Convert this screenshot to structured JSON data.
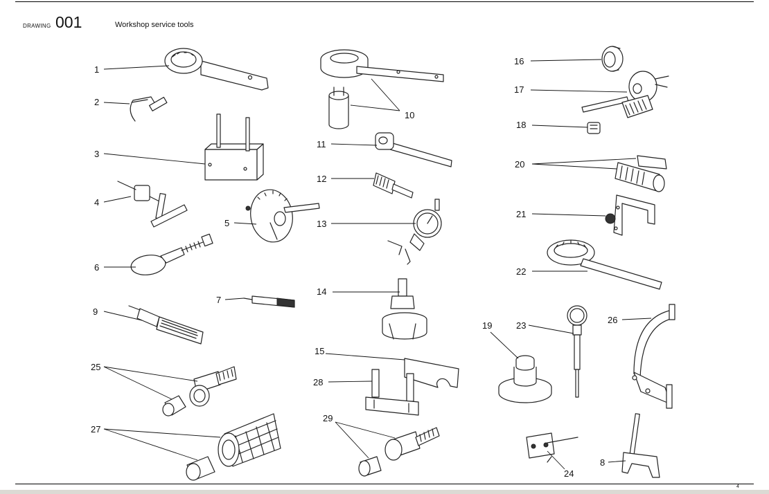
{
  "header": {
    "drawing_word": "DRAWING",
    "drawing_number": "001",
    "title": "Workshop service tools"
  },
  "page_number": "4",
  "callouts": [
    {
      "id": "1",
      "label": "1"
    },
    {
      "id": "2",
      "label": "2"
    },
    {
      "id": "3",
      "label": "3"
    },
    {
      "id": "4",
      "label": "4"
    },
    {
      "id": "5",
      "label": "5"
    },
    {
      "id": "6",
      "label": "6"
    },
    {
      "id": "7",
      "label": "7"
    },
    {
      "id": "8",
      "label": "8"
    },
    {
      "id": "9",
      "label": "9"
    },
    {
      "id": "10",
      "label": "10"
    },
    {
      "id": "11",
      "label": "11"
    },
    {
      "id": "12",
      "label": "12"
    },
    {
      "id": "13",
      "label": "13"
    },
    {
      "id": "14",
      "label": "14"
    },
    {
      "id": "15",
      "label": "15"
    },
    {
      "id": "16",
      "label": "16"
    },
    {
      "id": "17",
      "label": "17"
    },
    {
      "id": "18",
      "label": "18"
    },
    {
      "id": "19",
      "label": "19"
    },
    {
      "id": "20",
      "label": "20"
    },
    {
      "id": "21",
      "label": "21"
    },
    {
      "id": "22",
      "label": "22"
    },
    {
      "id": "23",
      "label": "23"
    },
    {
      "id": "24",
      "label": "24"
    },
    {
      "id": "25",
      "label": "25"
    },
    {
      "id": "26",
      "label": "26"
    },
    {
      "id": "27",
      "label": "27"
    },
    {
      "id": "28",
      "label": "28"
    },
    {
      "id": "29",
      "label": "29"
    }
  ]
}
